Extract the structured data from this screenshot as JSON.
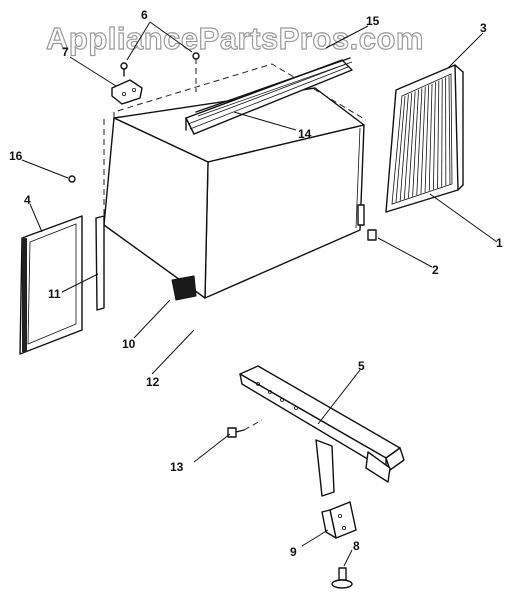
{
  "watermark": "AppliancePartsPros.com",
  "colors": {
    "ink": "#111111",
    "watermark_outline": "#9a9a9a",
    "background": "#ffffff"
  },
  "callouts": [
    {
      "id": "1",
      "label": "1"
    },
    {
      "id": "2",
      "label": "2"
    },
    {
      "id": "3",
      "label": "3"
    },
    {
      "id": "4",
      "label": "4"
    },
    {
      "id": "5",
      "label": "5"
    },
    {
      "id": "6",
      "label": "6"
    },
    {
      "id": "7",
      "label": "7"
    },
    {
      "id": "8",
      "label": "8"
    },
    {
      "id": "9",
      "label": "9"
    },
    {
      "id": "10",
      "label": "10"
    },
    {
      "id": "11",
      "label": "11"
    },
    {
      "id": "12",
      "label": "12"
    },
    {
      "id": "13",
      "label": "13"
    },
    {
      "id": "14",
      "label": "14"
    },
    {
      "id": "15",
      "label": "15"
    },
    {
      "id": "16",
      "label": "16"
    }
  ]
}
